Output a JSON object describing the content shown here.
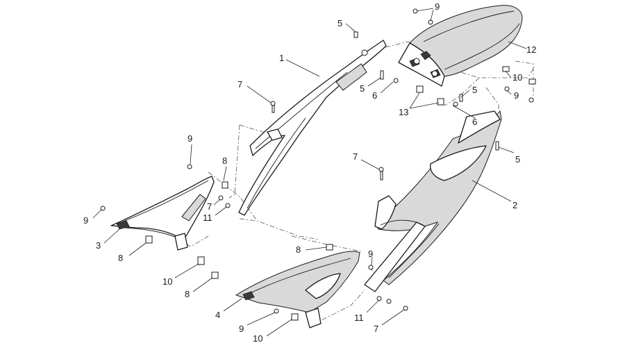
{
  "callouts": [
    {
      "id": "c12",
      "label": "12"
    },
    {
      "id": "c9a",
      "label": "9"
    },
    {
      "id": "c5a",
      "label": "5"
    },
    {
      "id": "c1",
      "label": "1"
    },
    {
      "id": "c10a",
      "label": "10"
    },
    {
      "id": "c9b",
      "label": "9"
    },
    {
      "id": "c7a",
      "label": "7"
    },
    {
      "id": "c5b",
      "label": "5"
    },
    {
      "id": "c6a",
      "label": "6"
    },
    {
      "id": "c5c",
      "label": "5"
    },
    {
      "id": "c13",
      "label": "13"
    },
    {
      "id": "c6b",
      "label": "6"
    },
    {
      "id": "c9c",
      "label": "9"
    },
    {
      "id": "c8a",
      "label": "8"
    },
    {
      "id": "c7b",
      "label": "7"
    },
    {
      "id": "c5d",
      "label": "5"
    },
    {
      "id": "c7c",
      "label": "7"
    },
    {
      "id": "c11a",
      "label": "11"
    },
    {
      "id": "c9d",
      "label": "9"
    },
    {
      "id": "c2",
      "label": "2"
    },
    {
      "id": "c3",
      "label": "3"
    },
    {
      "id": "c8b",
      "label": "8"
    },
    {
      "id": "c8c",
      "label": "8"
    },
    {
      "id": "c9e",
      "label": "9"
    },
    {
      "id": "c10b",
      "label": "10"
    },
    {
      "id": "c8d",
      "label": "8"
    },
    {
      "id": "c4",
      "label": "4"
    },
    {
      "id": "c11b",
      "label": "11"
    },
    {
      "id": "c9f",
      "label": "9"
    },
    {
      "id": "c7d",
      "label": "7"
    },
    {
      "id": "c10c",
      "label": "10"
    }
  ]
}
